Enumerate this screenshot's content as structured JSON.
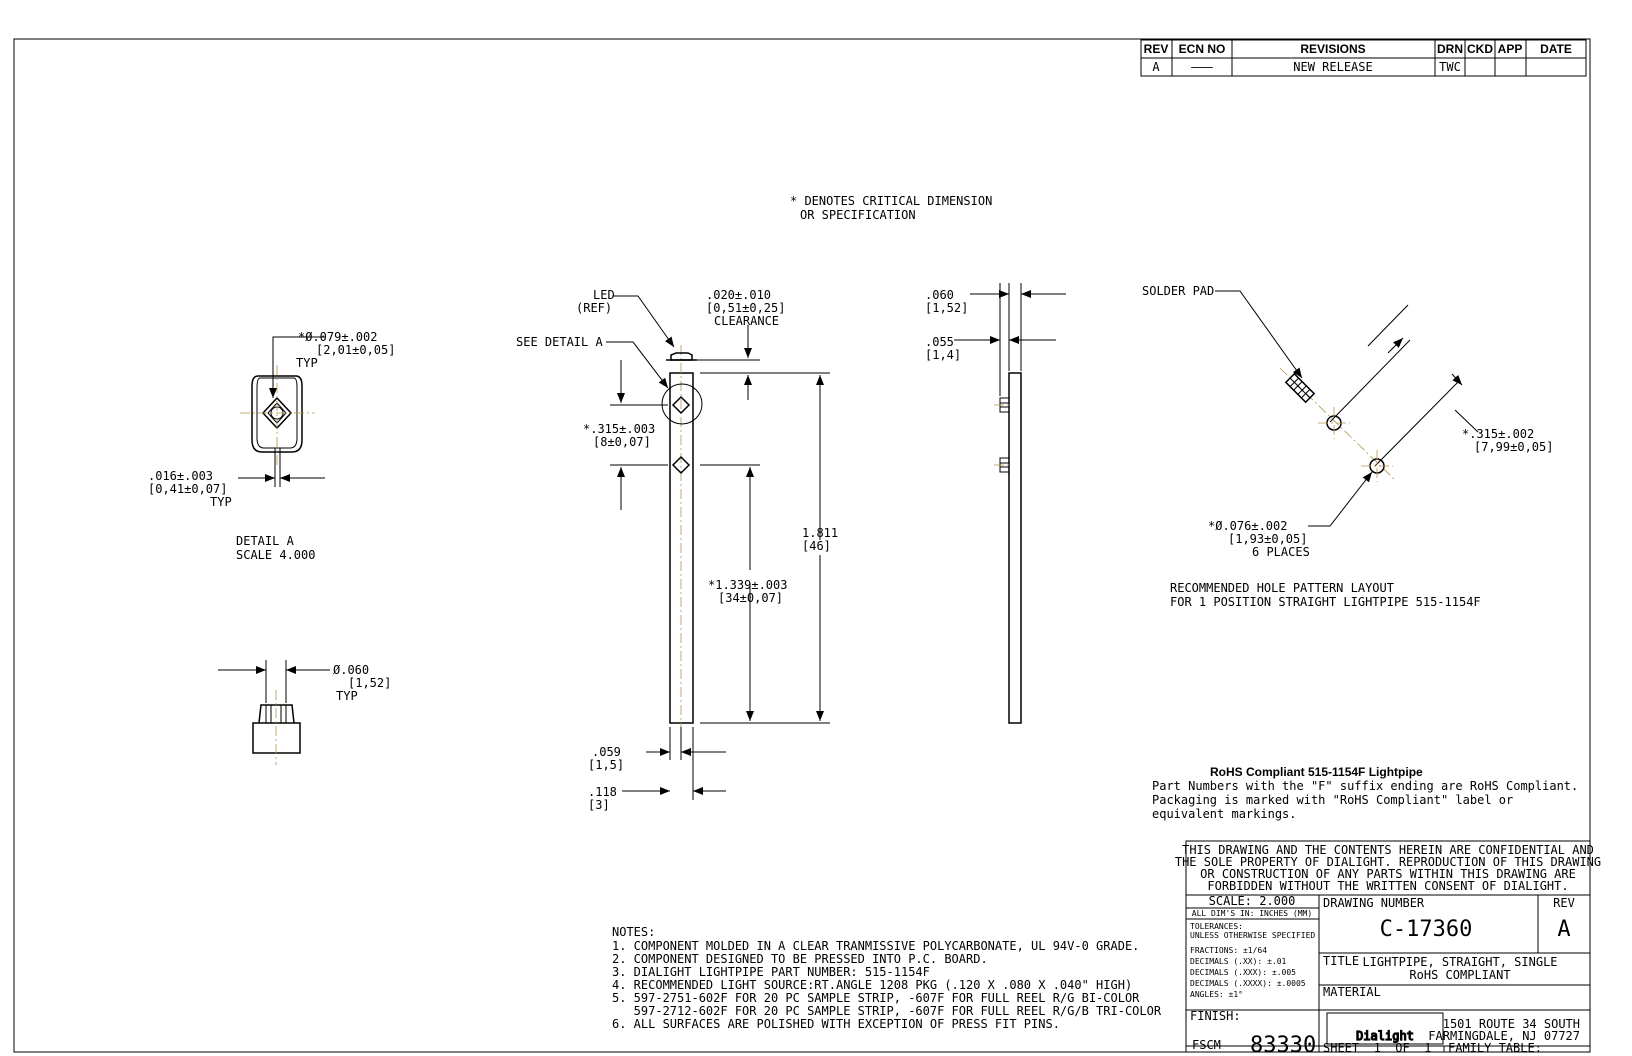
{
  "revision_block": {
    "headers": {
      "rev": "REV",
      "ecn_no": "ECN NO",
      "revisions": "REVISIONS",
      "drn": "DRN",
      "ckd": "CKD",
      "app": "APP",
      "date": "DATE"
    },
    "row": {
      "rev": "A",
      "ecn_no": "———",
      "revisions": "NEW RELEASE",
      "drn": "TWC",
      "ckd": "",
      "app": "",
      "date": ""
    }
  },
  "critical_note": [
    "* DENOTES CRITICAL DIMENSION",
    "OR SPECIFICATION"
  ],
  "detail_a": {
    "hole_dim": [
      "*Ø.079±.002",
      "[2,01±0,05]",
      "TYP"
    ],
    "slot_dim": [
      ".016±.003",
      "[0,41±0,07]",
      "TYP"
    ],
    "label": [
      "DETAIL  A",
      "SCALE  4.000"
    ]
  },
  "pin_view": {
    "dim": [
      "Ø.060",
      "[1,52]",
      "TYP"
    ]
  },
  "front_view": {
    "led_label": [
      "LED",
      "(REF)"
    ],
    "clearance": [
      ".020±.010",
      "[0,51±0,25]",
      "CLEARANCE"
    ],
    "see_detail": "SEE DETAIL  A",
    "dim_315": [
      "*.315±.003",
      "[8±0,07]"
    ],
    "dim_1811": [
      "1.811",
      "[46]"
    ],
    "dim_1339": [
      "*1.339±.003",
      "[34±0,07]"
    ],
    "dim_059": [
      ".059",
      "[1,5]"
    ],
    "dim_118": [
      ".118",
      "[3]"
    ]
  },
  "side_view": {
    "dim_060": [
      ".060",
      "[1,52]"
    ],
    "dim_055": [
      ".055",
      "[1,4]"
    ]
  },
  "hole_pattern": {
    "solder_pad": "SOLDER PAD",
    "dim_315": [
      "*.315±.002",
      "[7,99±0,05]"
    ],
    "dim_076": [
      "*Ø.076±.002",
      "[1,93±0,05]",
      "6 PLACES"
    ],
    "caption": [
      "RECOMMENDED HOLE PATTERN LAYOUT",
      "FOR 1 POSITION STRAIGHT LIGHTPIPE 515-1154F"
    ]
  },
  "rohs": {
    "title": "RoHS Compliant 515-1154F Lightpipe",
    "body": [
      "Part Numbers with the \"F\" suffix ending are RoHS Compliant.",
      "Packaging is marked with \"RoHS Compliant\" label or",
      "equivalent markings."
    ]
  },
  "notes": {
    "header": "NOTES:",
    "lines": [
      "1. COMPONENT MOLDED IN A CLEAR TRANMISSIVE POLYCARBONATE, UL 94V-0 GRADE.",
      "2. COMPONENT DESIGNED TO BE PRESSED INTO P.C. BOARD.",
      "3. DIALIGHT LIGHTPIPE PART NUMBER: 515-1154F",
      "4. RECOMMENDED LIGHT SOURCE:RT.ANGLE 1208 PKG (.120 X .080 X .040\" HIGH)",
      "5. 597-2751-602F FOR 20 PC SAMPLE STRIP, -607F FOR FULL REEL R/G BI-COLOR",
      "   597-2712-602F FOR 20 PC SAMPLE STRIP, -607F FOR FULL REEL R/G/B TRI-COLOR",
      "6. ALL SURFACES ARE POLISHED WITH EXCEPTION OF PRESS FIT PINS."
    ]
  },
  "title_block": {
    "confidential": [
      "THIS DRAWING AND THE CONTENTS HEREIN ARE CONFIDENTIAL AND",
      "THE SOLE PROPERTY OF DIALIGHT. REPRODUCTION OF THIS DRAWING",
      "OR CONSTRUCTION OF ANY PARTS WITHIN THIS DRAWING ARE",
      "FORBIDDEN WITHOUT THE WRITTEN CONSENT OF DIALIGHT."
    ],
    "scale": "SCALE: 2.000",
    "units": "ALL DIM'S IN: INCHES (MM)",
    "tolerances": [
      "TOLERANCES:",
      "UNLESS OTHERWISE SPECIFIED",
      "FRACTIONS: ±1/64",
      "DECIMALS (.XX): ±.01",
      "DECIMALS (.XXX): ±.005",
      "DECIMALS (.XXXX): ±.0005",
      "ANGLES: ±1°"
    ],
    "finish": "FINISH:",
    "fscm_label": "FSCM",
    "fscm": "83330",
    "drawing_number_label": "DRAWING NUMBER",
    "drawing_number": "C-17360",
    "rev_label": "REV",
    "rev": "A",
    "title_label": "TITLE",
    "title": [
      "LIGHTPIPE, STRAIGHT, SINGLE",
      "RoHS COMPLIANT"
    ],
    "material": "MATERIAL",
    "logo": "Dialight",
    "address": [
      "1501 ROUTE 34 SOUTH",
      "FARMINGDALE, NJ 07727"
    ],
    "sheet": "SHEET  1  OF  1",
    "family_table": "FAMILY TABLE:"
  }
}
